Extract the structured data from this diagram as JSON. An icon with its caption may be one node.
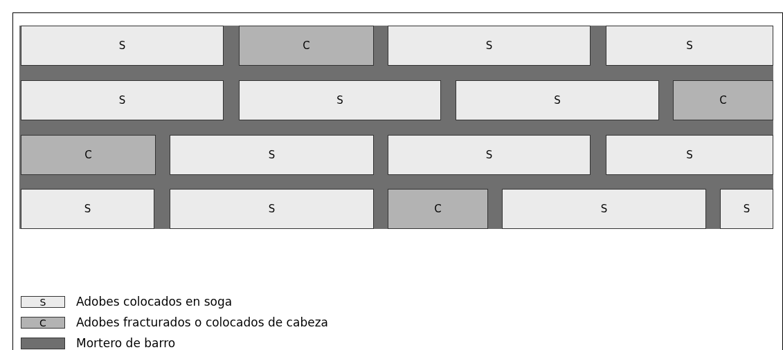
{
  "diagram": {
    "nodes": [
      {
        "text": [
          "S"
        ]
      },
      {
        "text": [
          "C"
        ]
      },
      {
        "text": [
          "S"
        ]
      },
      {
        "text": [
          "S"
        ]
      },
      {
        "text": [
          "S"
        ]
      },
      {
        "text": [
          "S"
        ]
      },
      {
        "text": [
          "S"
        ]
      },
      {
        "text": [
          "C"
        ]
      },
      {
        "text": [
          "C"
        ]
      },
      {
        "text": [
          "S"
        ]
      },
      {
        "text": [
          "S"
        ]
      },
      {
        "text": [
          "S"
        ]
      },
      {
        "text": [
          "S"
        ]
      },
      {
        "text": [
          "S"
        ]
      },
      {
        "text": [
          "C"
        ]
      },
      {
        "text": [
          "S"
        ]
      },
      {
        "text": [
          "S"
        ]
      }
    ],
    "labels": [
      "S",
      "C"
    ],
    "legend": [
      {
        "text": "Adobes colocados en soga",
        "color": "#ebebeb"
      },
      {
        "text": "Adobes fracturados o colocados de cabeza",
        "color": "#b3b3b3"
      },
      {
        "text": "Mortero de barro",
        "color": "#6f6f6f"
      }
    ]
  }
}
